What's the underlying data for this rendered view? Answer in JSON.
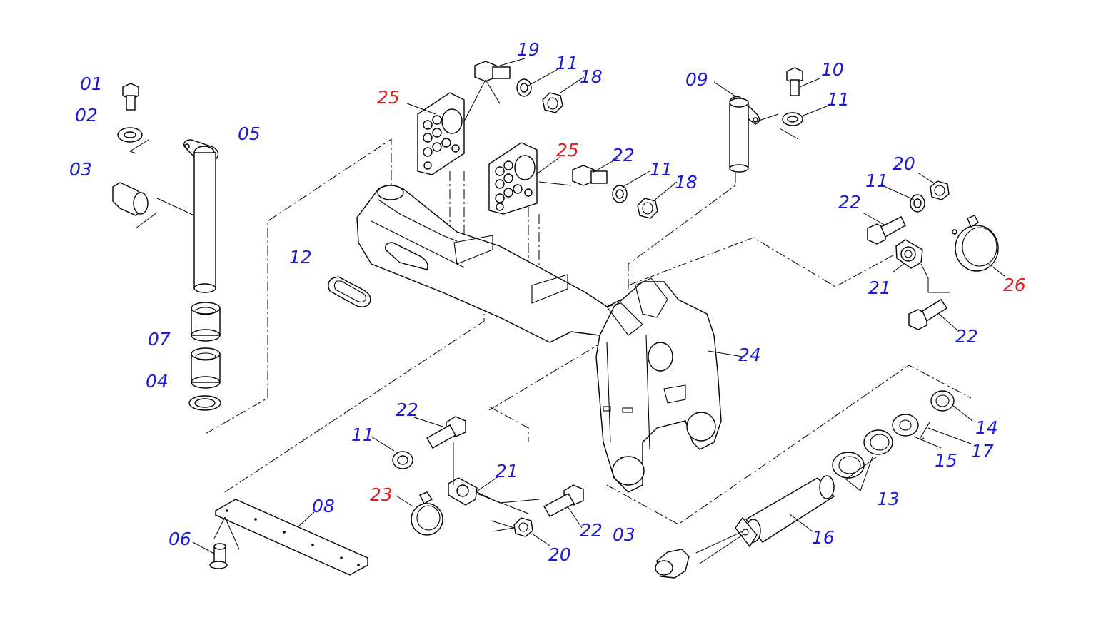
{
  "colors": {
    "standard_callout": "#1a1ad6",
    "highlight_callout": "#e41e1e",
    "line": "#000000"
  },
  "callouts": {
    "c01": "01",
    "c02": "02",
    "c03a": "03",
    "c05": "05",
    "c07": "07",
    "c04": "04",
    "c12": "12",
    "c25a": "25",
    "c19": "19",
    "c11a": "11",
    "c18a": "18",
    "c25b": "25",
    "c22a": "22",
    "c11b": "11",
    "c18b": "18",
    "c09": "09",
    "c10": "10",
    "c11c": "11",
    "c20a": "20",
    "c11d": "11",
    "c22b": "22",
    "c21a": "21",
    "c26": "26",
    "c22c": "22",
    "c24": "24",
    "c22d": "22",
    "c11e": "11",
    "c21b": "21",
    "c23": "23",
    "c22e": "22",
    "c20b": "20",
    "c08": "08",
    "c06": "06",
    "c14": "14",
    "c15": "15",
    "c17": "17",
    "c13": "13",
    "c16": "16",
    "c03b": "03"
  }
}
